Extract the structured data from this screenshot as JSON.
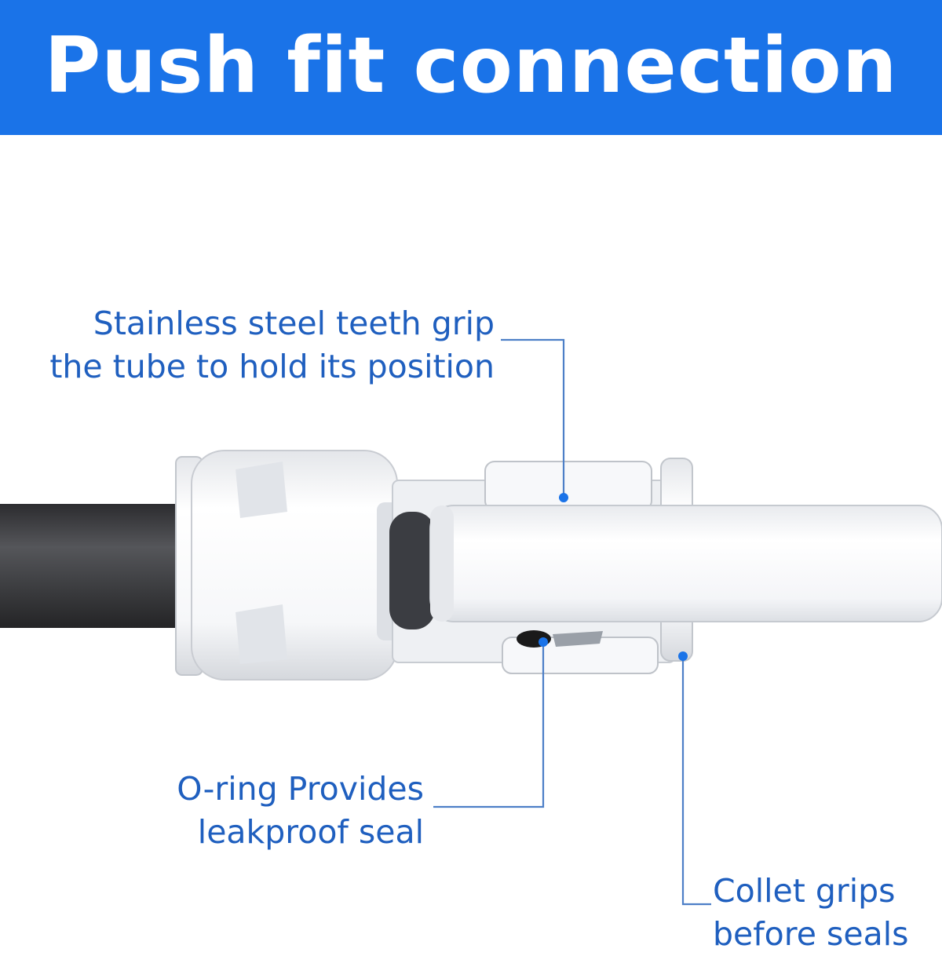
{
  "banner": {
    "title": "Push fit connection",
    "background_color": "#1a73e8",
    "text_color": "#ffffff"
  },
  "callouts": {
    "teeth": {
      "line1": "Stainless steel teeth grip",
      "line2": "the tube to hold its position"
    },
    "oring": {
      "line1": "O-ring Provides",
      "line2": "leakproof seal"
    },
    "collet": {
      "line1": "Collet grips",
      "line2": "before seals"
    }
  },
  "colors": {
    "label_text": "#1f5fbf",
    "leader_line": "#4d7fc7",
    "marker_dot": "#1a73e8",
    "black_tube": "#3a3a3d",
    "fitting_white": "#f4f5f7",
    "fitting_outline": "#c2c6cc",
    "o_ring": "#1a1a1a"
  },
  "icons": {
    "tube_in_fitting": "push-fit-fitting-cross-section"
  }
}
